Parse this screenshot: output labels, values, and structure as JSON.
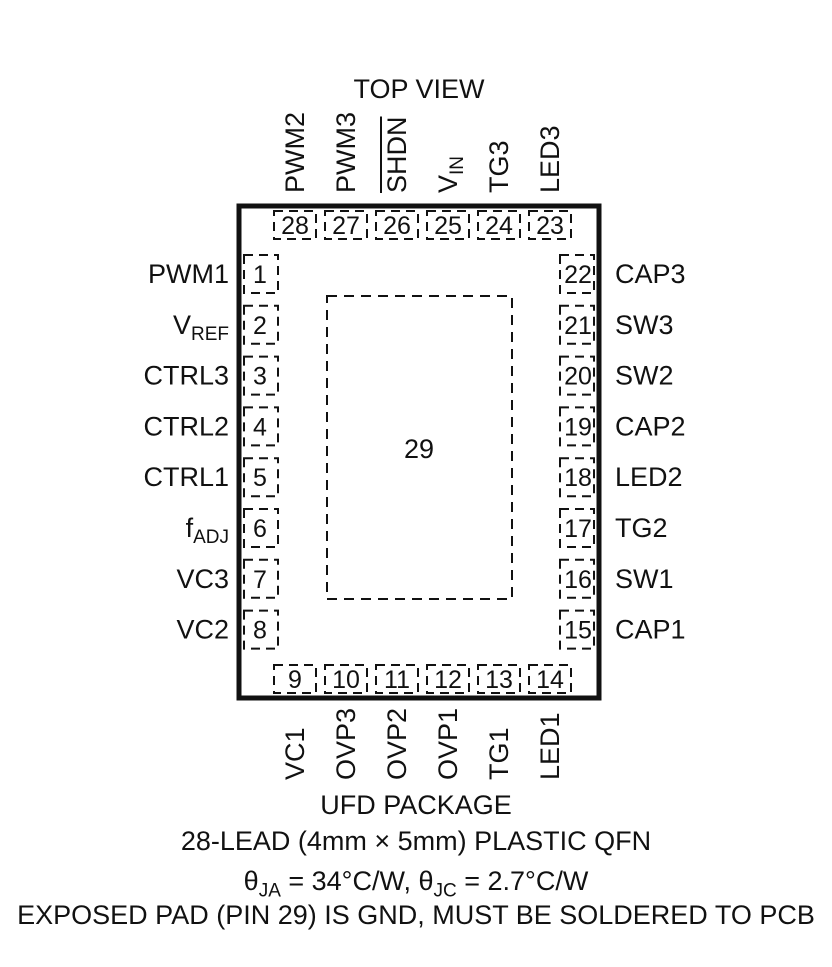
{
  "title": "TOP VIEW",
  "center_pad": "29",
  "top_pins": [
    {
      "num": "28",
      "name": "PWM2"
    },
    {
      "num": "27",
      "name": "PWM3"
    },
    {
      "num": "26",
      "name": "SHDN",
      "overbar": true
    },
    {
      "num": "25",
      "name": "V",
      "sub": "IN"
    },
    {
      "num": "24",
      "name": "TG3"
    },
    {
      "num": "23",
      "name": "LED3"
    }
  ],
  "left_pins": [
    {
      "num": "1",
      "name": "PWM1"
    },
    {
      "num": "2",
      "name": "V",
      "sub": "REF"
    },
    {
      "num": "3",
      "name": "CTRL3"
    },
    {
      "num": "4",
      "name": "CTRL2"
    },
    {
      "num": "5",
      "name": "CTRL1"
    },
    {
      "num": "6",
      "name": "f",
      "sub": "ADJ"
    },
    {
      "num": "7",
      "name": "VC3"
    },
    {
      "num": "8",
      "name": "VC2"
    }
  ],
  "right_pins": [
    {
      "num": "22",
      "name": "CAP3"
    },
    {
      "num": "21",
      "name": "SW3"
    },
    {
      "num": "20",
      "name": "SW2"
    },
    {
      "num": "19",
      "name": "CAP2"
    },
    {
      "num": "18",
      "name": "LED2"
    },
    {
      "num": "17",
      "name": "TG2"
    },
    {
      "num": "16",
      "name": "SW1"
    },
    {
      "num": "15",
      "name": "CAP1"
    }
  ],
  "bottom_pins": [
    {
      "num": "9",
      "name": "VC1"
    },
    {
      "num": "10",
      "name": "OVP3"
    },
    {
      "num": "11",
      "name": "OVP2"
    },
    {
      "num": "12",
      "name": "OVP1"
    },
    {
      "num": "13",
      "name": "TG1"
    },
    {
      "num": "14",
      "name": "LED1"
    }
  ],
  "package": {
    "line1": "UFD PACKAGE",
    "line2": "28-LEAD (4mm × 5mm) PLASTIC QFN",
    "theta_ja_sym": "θ",
    "theta_ja_sub": "JA",
    "theta_ja_val": " = 34°C/W, ",
    "theta_jc_sym": "θ",
    "theta_jc_sub": "JC",
    "theta_jc_val": " = 2.7°C/W",
    "line4": "EXPOSED PAD (PIN 29) IS GND, MUST BE SOLDERED TO PCB"
  }
}
